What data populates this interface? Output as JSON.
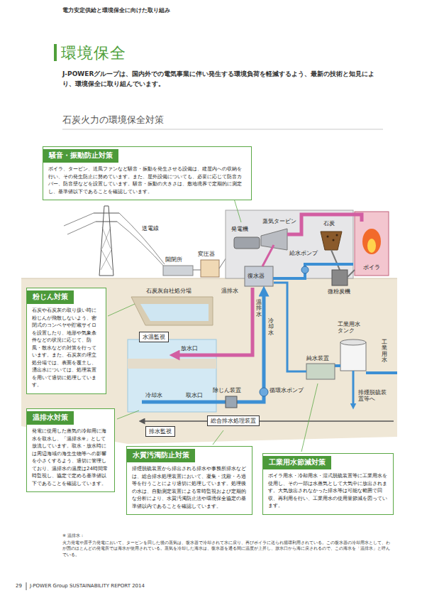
{
  "diagram": {
    "title": "環境保全",
    "nodes": [
      {
        "text": [
          "騒音・振動防止対策",
          "ボイラ、タービン、送風ファンなど騒音・振動を発生させる設備は、建屋内への収納を行い、その発生防止に努めています。また、屋外設備についても、必要に応じて防音カバー、防音壁などを設置しています。騒音・振動の大きさは、敷地境界で定期的に測定し、基準値以下であることを確認しています。"
        ]
      },
      {
        "text": [
          "粉じん対策",
          "石炭や石炭灰の取り扱い時に粉じんが飛散しないよう、密閉式のコンベヤや貯蔵サイロを設置したり、地形や気象条件などの状況に応じて、防風・散水などの対策を行っています。また、石炭灰の埋立処分場では、表面を覆土し、湧出水については、処理装置を用いて適切に処理しています。"
        ]
      },
      {
        "text": [
          "温排水対策",
          "発電に使用した蒸気の冷却用に海水を取水し、「温排水※」として放流しています。取水・放水時には周辺海域の海生生物等への影響を小さくするよう、適切に管理しており、温排水の温度は24時間常時監視し、協定で定める基準値以下であることを確認しています。"
        ]
      },
      {
        "text": [
          "水温監視"
        ]
      },
      {
        "text": [
          "総合排水処理装置"
        ]
      },
      {
        "text": [
          "排水監視"
        ]
      },
      {
        "text": [
          "水質汚濁防止対策",
          "排煙脱硫装置から排出される排水や事務所排水などは、総合排水処理装置において、凝集・沈殿・ろ過等を行うことにより適切に処理しています。処理後の水は、自動測定装置による常時監視および定期的な分析により、水質汚濁防止法や環境保全協定の基準値以内であることを確認しています。"
        ]
      },
      {
        "text": [
          "工業用水節減対策",
          "ボイラ用水・冷却用水・湿式脱硫装置等に工業用水を使用し、その一部は水蒸気として大気中に放出されます。大気放出されなかった排水等は可能な範囲で回収、再利用を行い、工業用水の使用量節減を図っています。"
        ]
      }
    ],
    "labels": [
      "電力安定供給と環境保全に向けた取り組み",
      "J-POWERグループは、国内外での電気事業に伴い発生する環境負荷を軽減するよう、最新の技術と知見により、環境保全に取り組んでいます。",
      "石炭火力の環境保全対策",
      "送電線",
      "開閉所",
      "変圧器",
      "発電機",
      "蒸気タービン",
      "石炭",
      "給水ポンプ",
      "ボイラ",
      "復水器",
      "微粉炭機",
      "石炭灰自社処分場",
      "温排水",
      "温排水",
      "冷却水",
      "工業用水タンク",
      "工業用水",
      "純水装置",
      "放水口",
      "除じん装置",
      "循環水ポンプ",
      "冷却水",
      "取水口",
      "排煙脱硫装置等へ",
      "※ 温排水：",
      "火力発電や原子力発電において、タービンを回した後の蒸気は、復水器で冷却されて水に戻り、再びボイラに送られ循環利用されている。この復水器の冷却用水として、わが国のほとんどの発電所では海水が使用されている。蒸気を冷却した海水は、復水器を通る間に温度が上昇し、放水口から海に戻されるので、この海水を「温排水」と呼んでいる。",
      "29",
      "J-POWER Group SUSTAINABILITY REPORT 2014"
    ]
  }
}
